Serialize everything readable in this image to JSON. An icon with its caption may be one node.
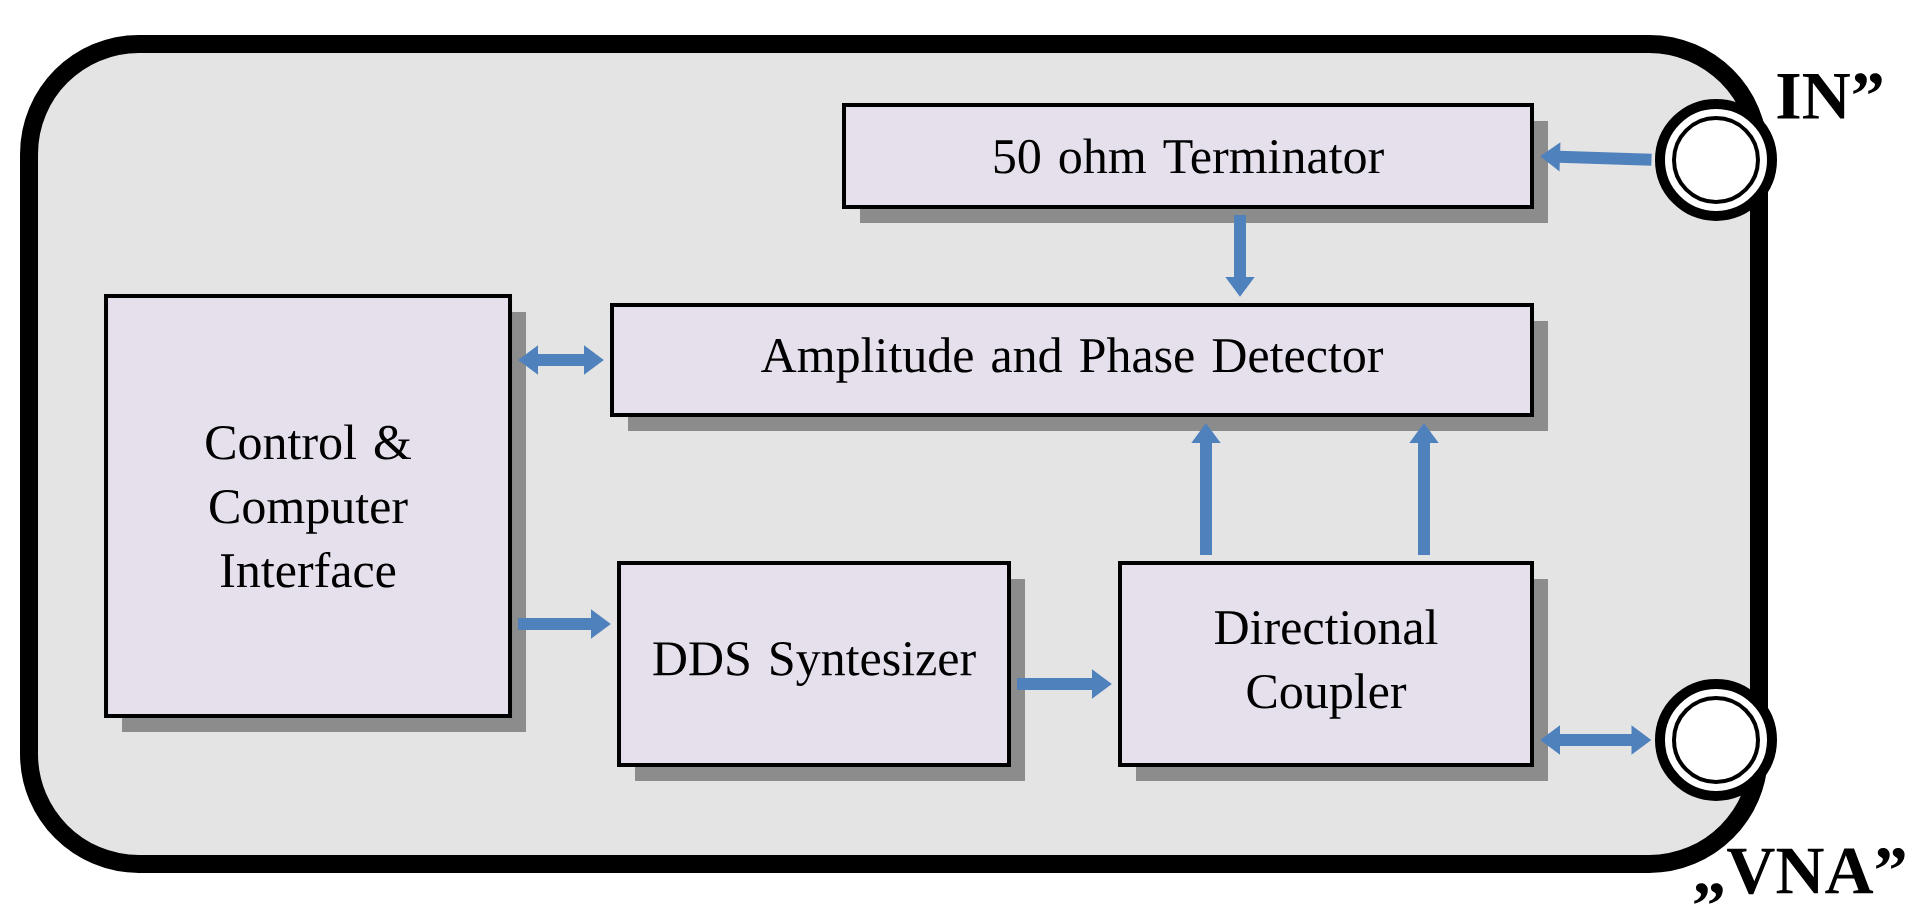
{
  "diagram": {
    "nodes": [
      {
        "text": [],
        "shape": "box"
      },
      {
        "text": [
          "50 ohm Terminator"
        ],
        "in": 0
      },
      {
        "text": [
          "Amplitude and Phase Detector"
        ],
        "in": 0
      },
      {
        "text": [
          "Control & Computer Interface"
        ],
        "in": 0
      },
      {
        "text": [
          "DDS Syntesizer"
        ],
        "in": 0
      },
      {
        "text": [
          "Directional Coupler"
        ],
        "in": 0
      },
      {
        "text": [],
        "shape": "circle",
        "beside": [
          "IN”"
        ]
      },
      {
        "text": [],
        "shape": "circle",
        "beside": [
          "„VNA”"
        ]
      }
    ],
    "edges": [
      {
        "from": 6,
        "to": 1,
        "arrow": "to"
      },
      {
        "from": 1,
        "to": 2,
        "arrow": "to"
      },
      {
        "from": 2,
        "to": 3,
        "arrow": "both"
      },
      {
        "from": 3,
        "to": 4,
        "arrow": "to"
      },
      {
        "from": 4,
        "to": 5,
        "arrow": "to"
      },
      {
        "from": 5,
        "to": 2,
        "arrow": "to"
      },
      {
        "from": 5,
        "to": 2,
        "arrow": "to"
      },
      {
        "from": 5,
        "to": 7,
        "arrow": "both"
      }
    ]
  }
}
